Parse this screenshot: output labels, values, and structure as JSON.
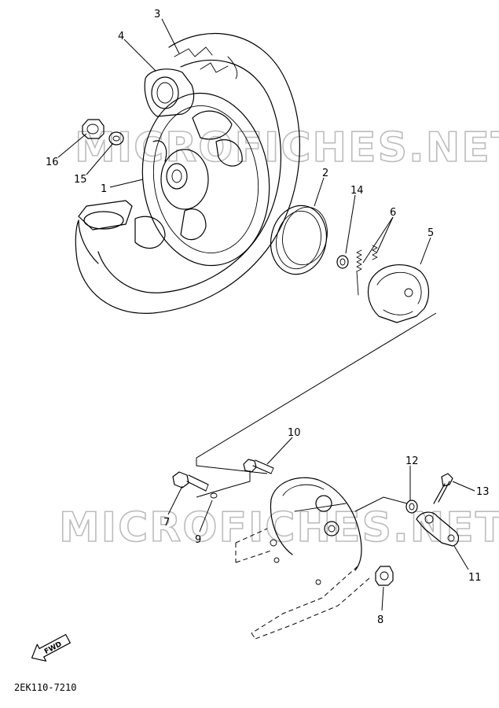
{
  "watermarks": [
    "MICROFICHES.NET",
    "MICROFICHES.NET"
  ],
  "diagram_code": "2EK110-7210",
  "fwd_label": "FWD",
  "callouts": {
    "c1": "1",
    "c2": "2",
    "c3": "3",
    "c4": "4",
    "c5": "5",
    "c6": "6",
    "c7": "7",
    "c8": "8",
    "c9": "9",
    "c10": "10",
    "c11": "11",
    "c12": "12",
    "c13": "13",
    "c14": "14",
    "c15": "15",
    "c16": "16"
  },
  "colors": {
    "line": "#000000",
    "watermark": "#bcbcbc",
    "background": "#ffffff"
  }
}
